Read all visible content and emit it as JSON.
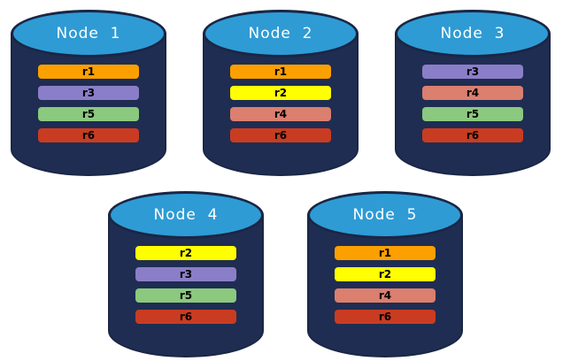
{
  "colors": {
    "r1": "#FCA000",
    "r2": "#FFFF00",
    "r3": "#8B7EC8",
    "r4": "#DB7F6F",
    "r5": "#8BC97E",
    "r6": "#C93C22",
    "cylinder_body": "#1F2D52",
    "cylinder_top": "#2E9BD5",
    "cylinder_edge": "#1A2644",
    "title_text": "#FFFFFF",
    "bar_text": "#000000"
  },
  "nodes": [
    {
      "title": "Node  1",
      "replicas": [
        "r1",
        "r3",
        "r5",
        "r6"
      ]
    },
    {
      "title": "Node  2",
      "replicas": [
        "r1",
        "r2",
        "r4",
        "r6"
      ]
    },
    {
      "title": "Node  3",
      "replicas": [
        "r3",
        "r4",
        "r5",
        "r6"
      ]
    },
    {
      "title": "Node  4",
      "replicas": [
        "r2",
        "r3",
        "r5",
        "r6"
      ]
    },
    {
      "title": "Node  5",
      "replicas": [
        "r1",
        "r2",
        "r4",
        "r6"
      ]
    }
  ]
}
